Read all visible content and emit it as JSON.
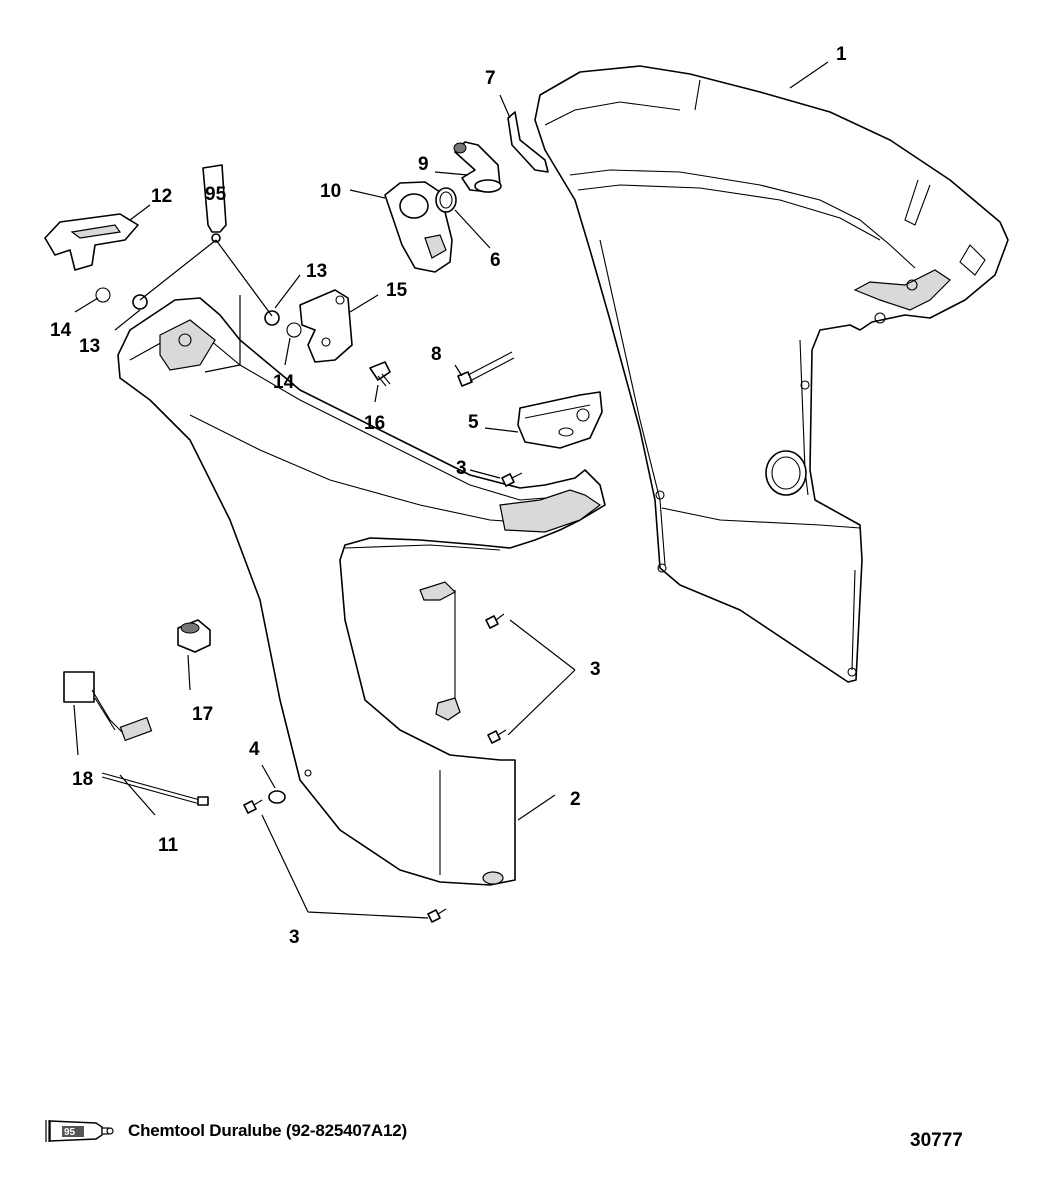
{
  "diagram": {
    "callouts": [
      {
        "id": "c1",
        "text": "1"
      },
      {
        "id": "c2",
        "text": "2"
      },
      {
        "id": "c3a",
        "text": "3"
      },
      {
        "id": "c3b",
        "text": "3"
      },
      {
        "id": "c3c",
        "text": "3"
      },
      {
        "id": "c4",
        "text": "4"
      },
      {
        "id": "c5",
        "text": "5"
      },
      {
        "id": "c6",
        "text": "6"
      },
      {
        "id": "c7",
        "text": "7"
      },
      {
        "id": "c8",
        "text": "8"
      },
      {
        "id": "c9",
        "text": "9"
      },
      {
        "id": "c10",
        "text": "10"
      },
      {
        "id": "c11",
        "text": "11"
      },
      {
        "id": "c12",
        "text": "12"
      },
      {
        "id": "c13a",
        "text": "13"
      },
      {
        "id": "c13b",
        "text": "13"
      },
      {
        "id": "c14a",
        "text": "14"
      },
      {
        "id": "c14b",
        "text": "14"
      },
      {
        "id": "c15",
        "text": "15"
      },
      {
        "id": "c16",
        "text": "16"
      },
      {
        "id": "c17",
        "text": "17"
      },
      {
        "id": "c18",
        "text": "18"
      }
    ],
    "tube_label": "95"
  },
  "legend": {
    "tube_label": "95",
    "text": "Chemtool Duralube (92-825407A12)"
  },
  "reference_number": "30777"
}
